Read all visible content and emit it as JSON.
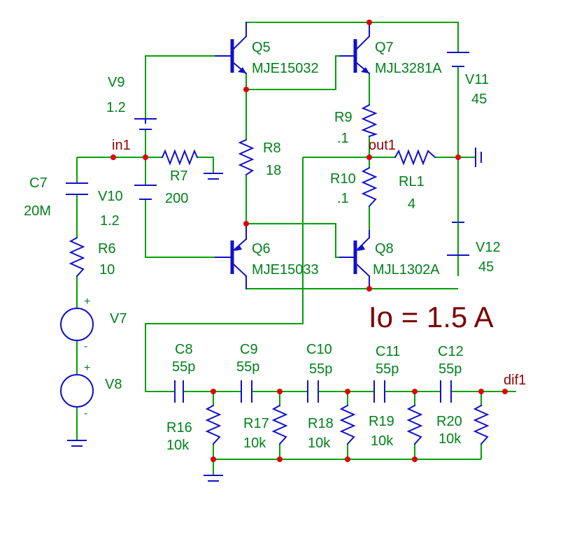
{
  "annotation": "Io = 1.5 A",
  "nets": {
    "in1": "in1",
    "out1": "out1",
    "dif1": "dif1"
  },
  "transistors": {
    "Q5": {
      "name": "Q5",
      "part": "MJE15032"
    },
    "Q6": {
      "name": "Q6",
      "part": "MJE15033"
    },
    "Q7": {
      "name": "Q7",
      "part": "MJL3281A"
    },
    "Q8": {
      "name": "Q8",
      "part": "MJL1302A"
    }
  },
  "sources": {
    "V7": {
      "name": "V7",
      "plus": "+",
      "minus": "-"
    },
    "V8": {
      "name": "V8",
      "plus": "+",
      "minus": "-"
    },
    "V9": {
      "name": "V9",
      "value": "1.2"
    },
    "V10": {
      "name": "V10",
      "value": "1.2"
    },
    "V11": {
      "name": "V11",
      "value": "45"
    },
    "V12": {
      "name": "V12",
      "value": "45"
    }
  },
  "resistors": {
    "R6": {
      "name": "R6",
      "value": "10"
    },
    "R7": {
      "name": "R7",
      "value": "200"
    },
    "R8": {
      "name": "R8",
      "value": "18"
    },
    "R9": {
      "name": "R9",
      "value": ".1"
    },
    "R10": {
      "name": "R10",
      "value": ".1"
    },
    "RL1": {
      "name": "RL1",
      "value": "4"
    },
    "R16": {
      "name": "R16",
      "value": "10k"
    },
    "R17": {
      "name": "R17",
      "value": "10k"
    },
    "R18": {
      "name": "R18",
      "value": "10k"
    },
    "R19": {
      "name": "R19",
      "value": "10k"
    },
    "R20": {
      "name": "R20",
      "value": "10k"
    }
  },
  "capacitors": {
    "C7": {
      "name": "C7",
      "value": "20M"
    },
    "C8": {
      "name": "C8",
      "value": "55p"
    },
    "C9": {
      "name": "C9",
      "value": "55p"
    },
    "C10": {
      "name": "C10",
      "value": "55p"
    },
    "C11": {
      "name": "C11",
      "value": "55p"
    },
    "C12": {
      "name": "C12",
      "value": "55p"
    }
  }
}
